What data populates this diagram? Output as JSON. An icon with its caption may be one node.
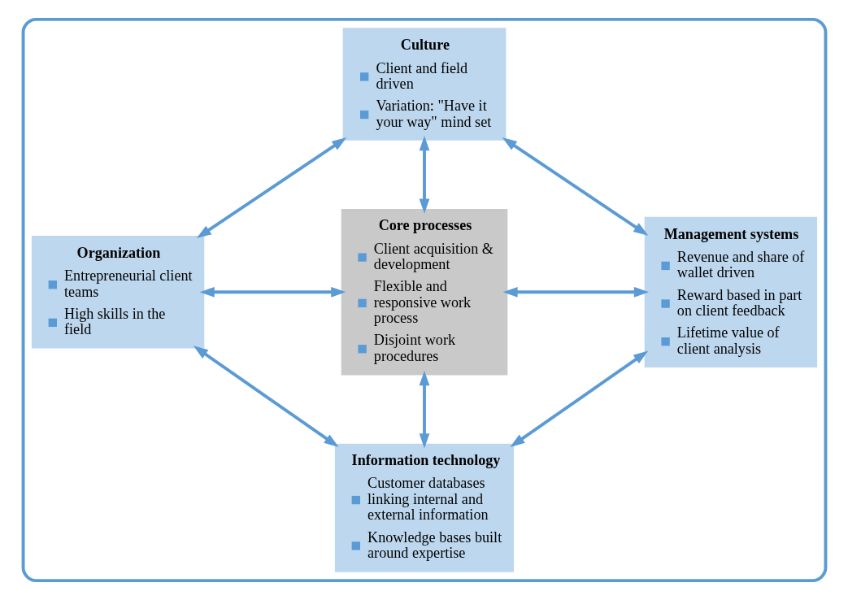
{
  "diagram": {
    "nodes": [
      {
        "text": [],
        "shape": "box"
      },
      {
        "text": [
          "Culture",
          "Client and field driven",
          "Variation: \"Have it your way\" mind set"
        ],
        "in": 0
      },
      {
        "text": [
          "Organization",
          "Entrepreneurial client teams",
          "High skills in the field"
        ],
        "in": 0
      },
      {
        "text": [
          "Core processes",
          "Client acquisition & development",
          "Flexible and responsive work process",
          "Disjoint work procedures"
        ],
        "in": 0
      },
      {
        "text": [
          "Management systems",
          "Revenue and share of wallet driven",
          "Reward based in part on client feedback",
          "Lifetime value of client analysis"
        ],
        "in": 0
      },
      {
        "text": [
          "Information technology",
          "Customer databases linking internal and external information",
          "Knowledge bases built around expertise"
        ],
        "in": 0
      }
    ],
    "edges": [
      {
        "from": 1,
        "to": 2,
        "arrow": "both"
      },
      {
        "from": 1,
        "to": 3,
        "arrow": "both"
      },
      {
        "from": 1,
        "to": 4,
        "arrow": "both"
      },
      {
        "from": 2,
        "to": 3,
        "arrow": "both"
      },
      {
        "from": 3,
        "to": 4,
        "arrow": "both"
      },
      {
        "from": 2,
        "to": 5,
        "arrow": "both"
      },
      {
        "from": 3,
        "to": 5,
        "arrow": "both"
      },
      {
        "from": 4,
        "to": 5,
        "arrow": "both"
      }
    ]
  }
}
